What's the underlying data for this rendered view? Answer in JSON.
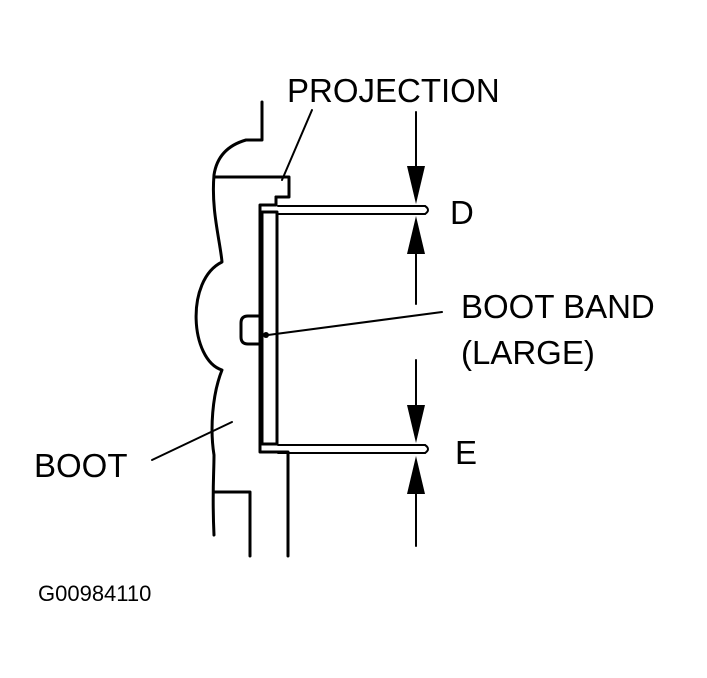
{
  "labels": {
    "projection": "PROJECTION",
    "dimension_d": "D",
    "boot_band_line1": "BOOT BAND",
    "boot_band_line2": "(LARGE)",
    "dimension_e": "E",
    "boot": "BOOT",
    "figure_code": "G00984110"
  },
  "colors": {
    "ink": "#000000",
    "background": "#ffffff"
  }
}
